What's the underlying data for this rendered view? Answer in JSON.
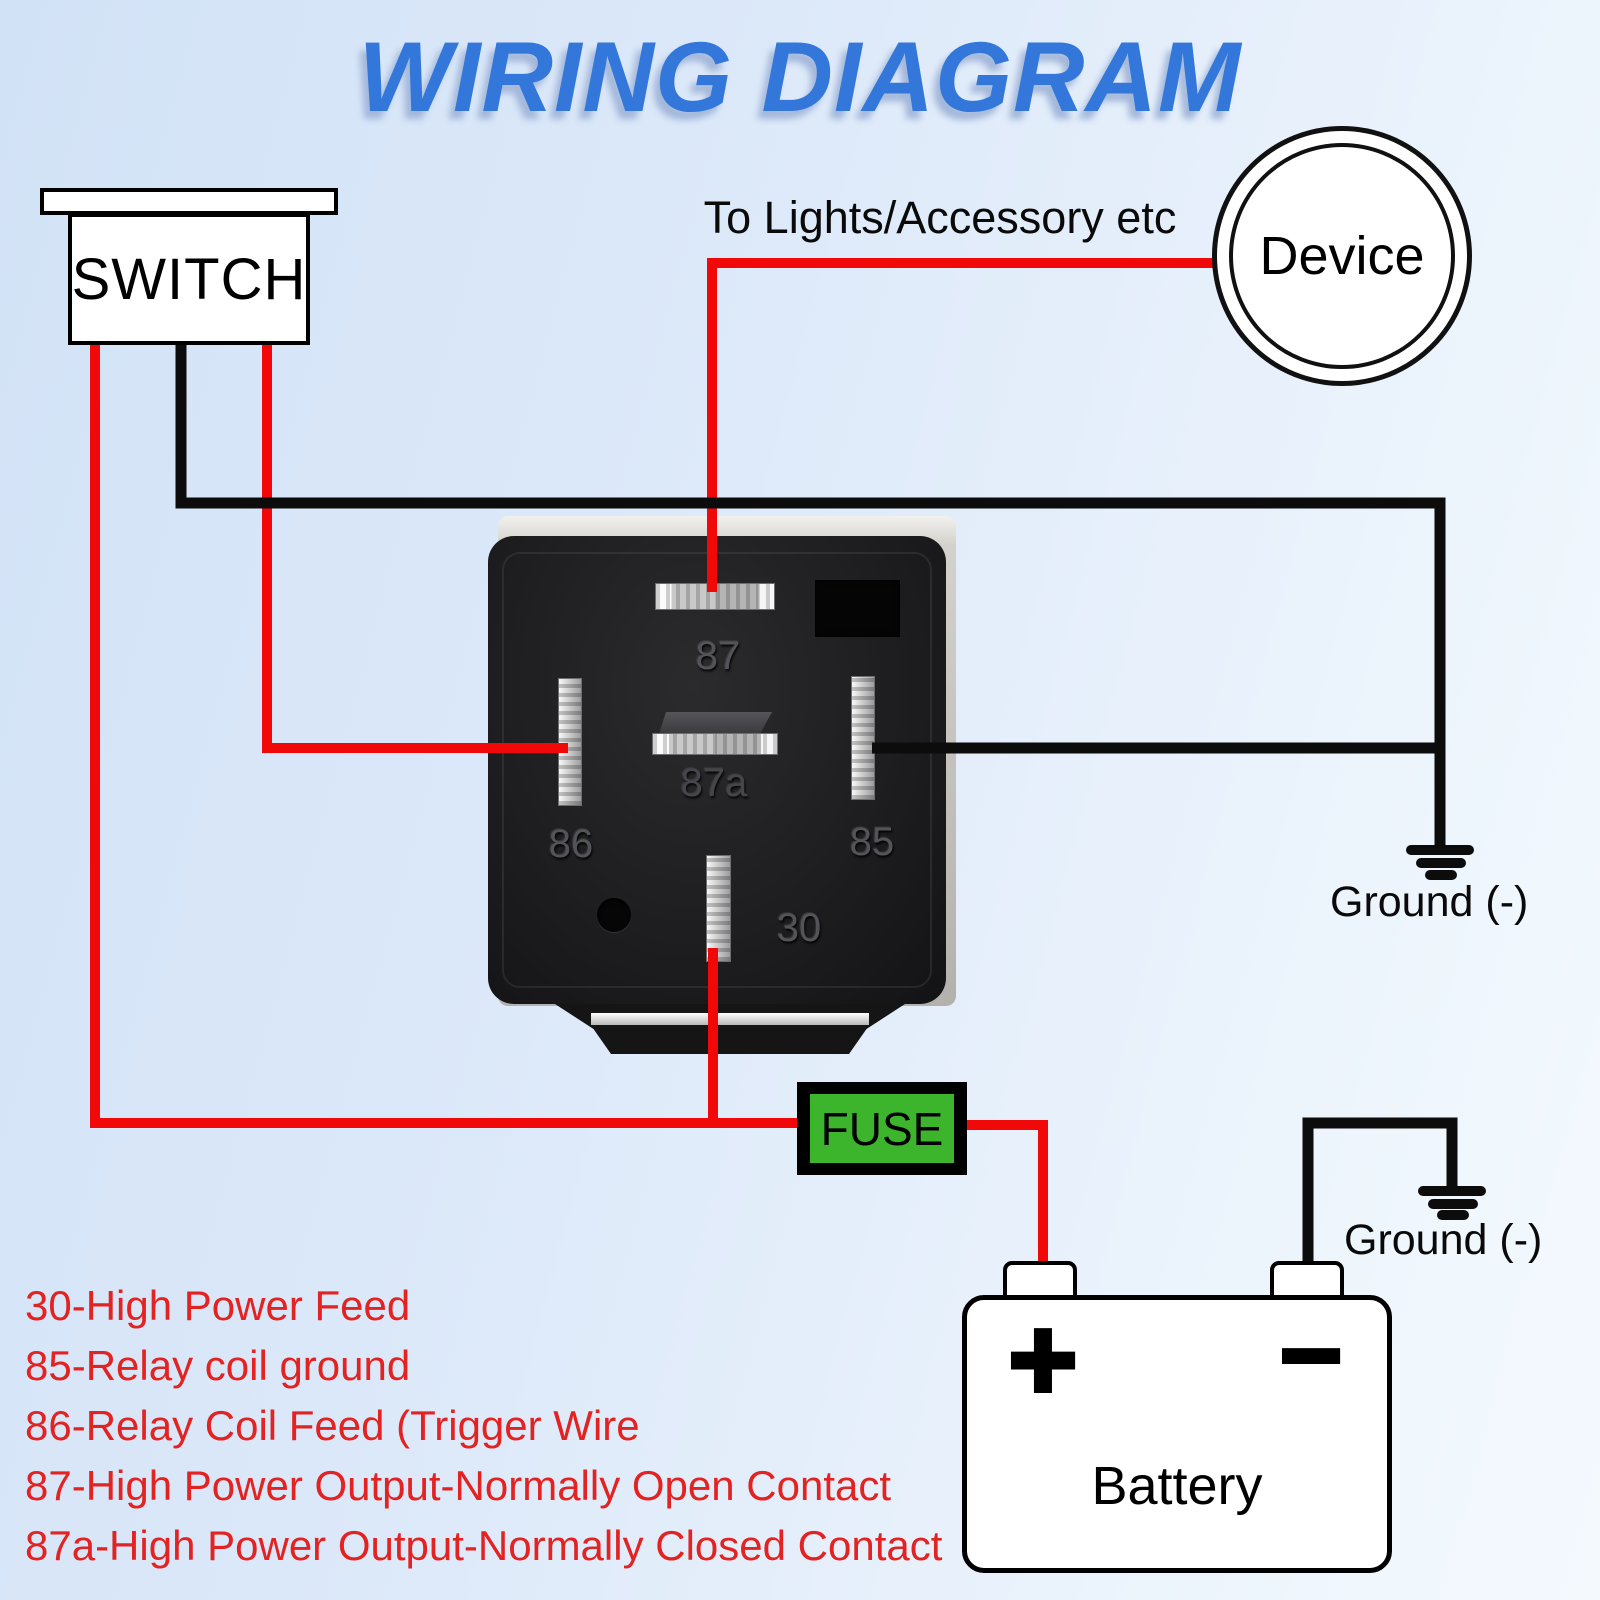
{
  "title": "WIRING DIAGRAM",
  "colors": {
    "background_left": "#d2e2f6",
    "background_right": "#f4f9fe",
    "title_blue": "#3377da",
    "wire_red": "#f10808",
    "wire_black": "#0c0c0c",
    "fuse_green": "#3cb52d",
    "legend_red": "#e32222"
  },
  "components": {
    "switch": {
      "label": "SWITCH"
    },
    "device": {
      "label": "Device",
      "note": "To Lights/Accessory etc"
    },
    "relay": {
      "pins": {
        "p87": "87",
        "p87a": "87a",
        "p86": "86",
        "p85": "85",
        "p30": "30"
      }
    },
    "fuse": {
      "label": "FUSE"
    },
    "battery": {
      "label": "Battery",
      "plus": "+",
      "minus": "−"
    },
    "ground_top": {
      "label": "Ground (-)"
    },
    "ground_bottom": {
      "label": "Ground (-)"
    }
  },
  "legend": [
    "30-High Power Feed",
    "85-Relay coil ground",
    "86-Relay Coil Feed (Trigger Wire",
    "87-High Power Output-Normally Open Contact",
    "87a-High Power Output-Normally Closed Contact"
  ]
}
